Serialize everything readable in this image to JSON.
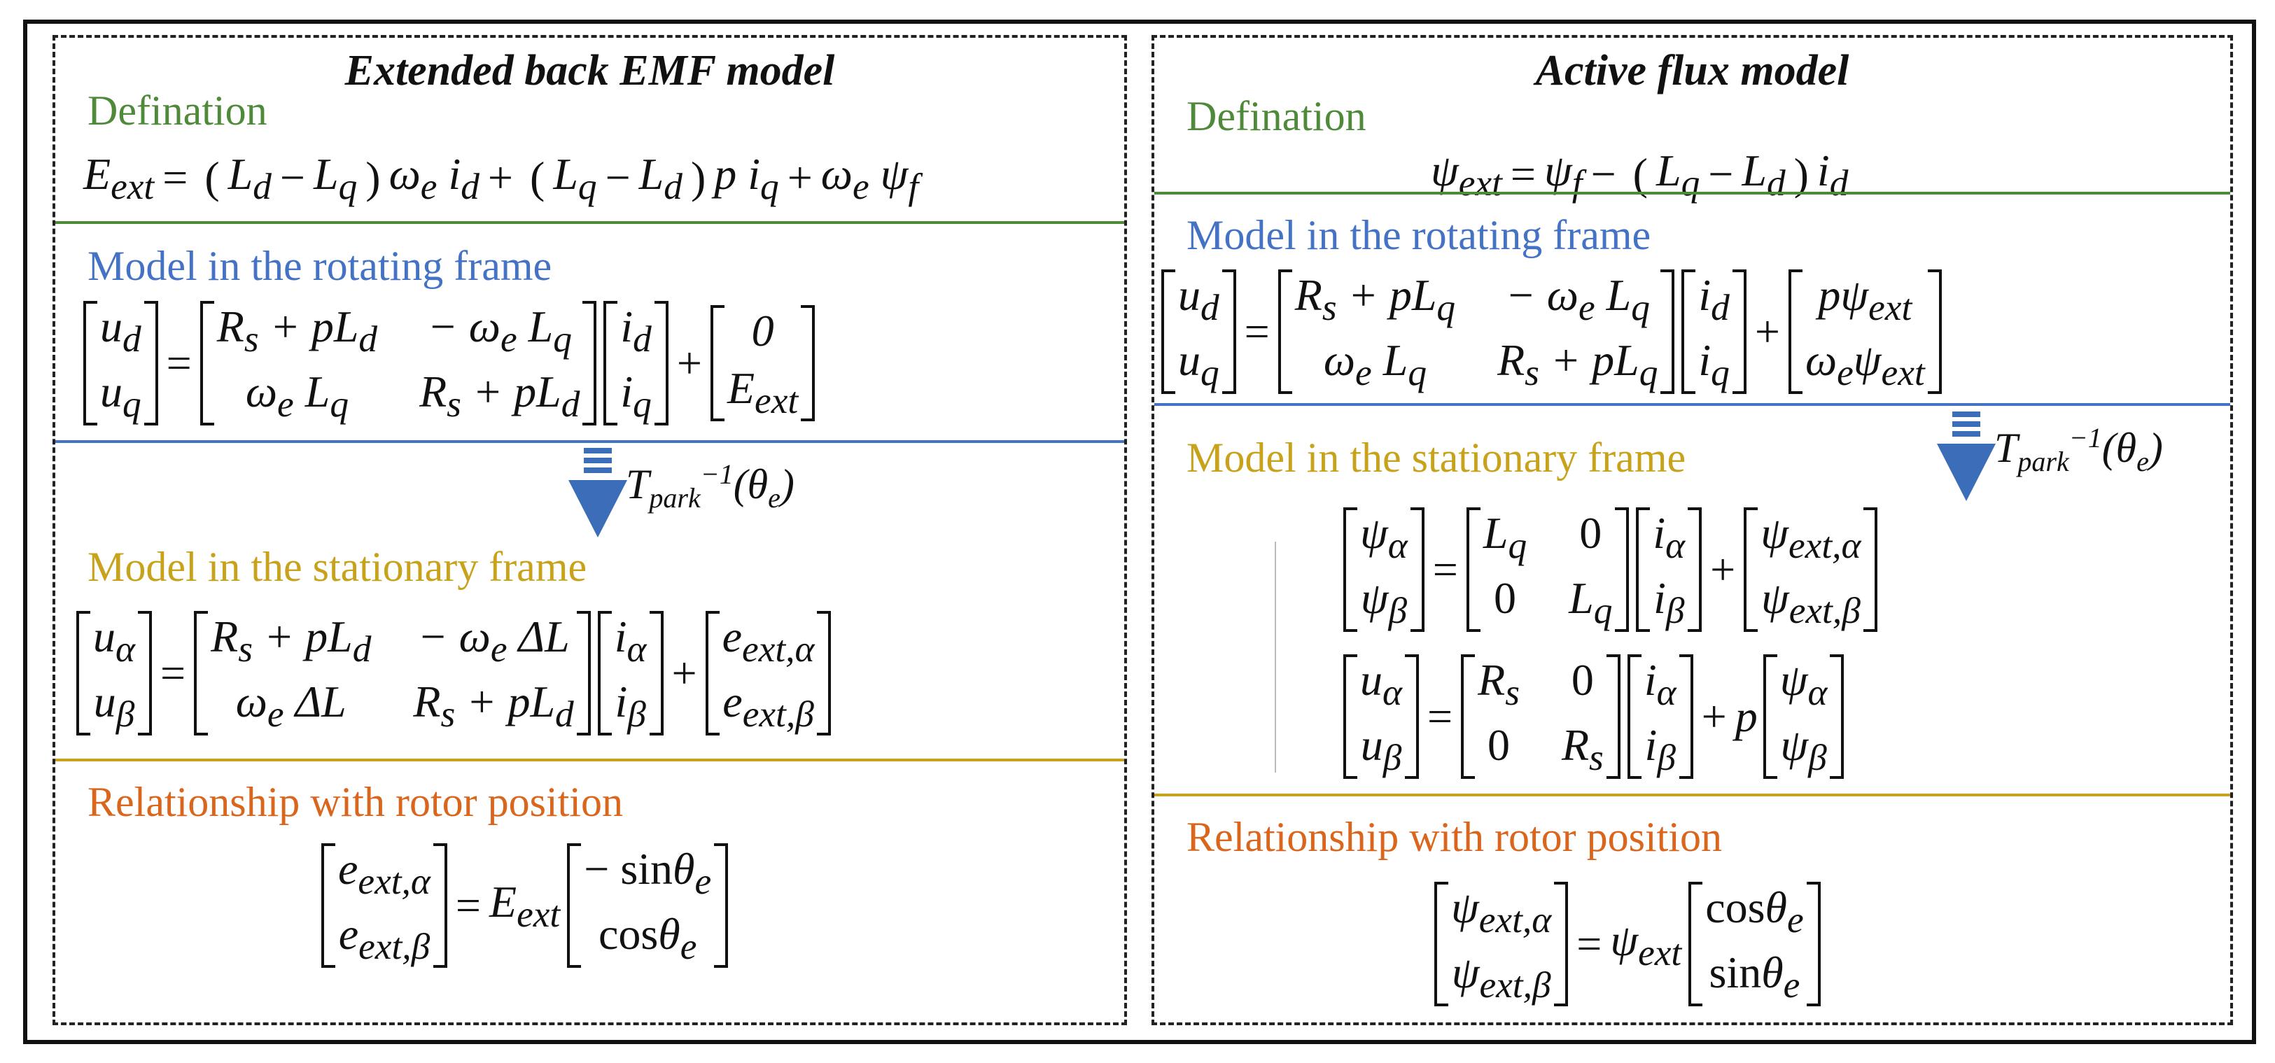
{
  "colors": {
    "definition": "#4e8a3a",
    "rotating": "#4472c4",
    "stationary": "#c8a21a",
    "relationship": "#d9661c",
    "arrow": "#3b6db8"
  },
  "left": {
    "title": "Extended back EMF model",
    "definition_heading": "Defination",
    "definition_eq": "E_ext = (L_d − L_q) ω_e i_d + (L_q − L_d) p i_q + ω_e ψ_f",
    "rotating_heading": "Model in the rotating frame",
    "rotating_eq": "[u_d; u_q] = [R_s + pL_d, −ω_e L_q; ω_e L_q, R_s + pL_d] [i_d; i_q] + [0; E_ext]",
    "transform_label": "T_park^−1(θ_e)",
    "stationary_heading": "Model in the stationary frame",
    "stationary_eq": "[u_α; u_β] = [R_s + pL_d, −ω_e ΔL; ω_e ΔL, R_s + pL_d] [i_α; i_β] + [e_ext,α; e_ext,β]",
    "relationship_heading": "Relationship with rotor position",
    "relationship_eq": "[e_ext,α; e_ext,β] = E_ext [−sinθ_e; cosθ_e]"
  },
  "right": {
    "title": "Active flux model",
    "definition_heading": "Defination",
    "definition_eq": "ψ_ext = ψ_f − (L_q − L_d) i_d",
    "rotating_heading": "Model in the rotating frame",
    "rotating_eq": "[u_d; u_q] = [R_s + pL_q, −ω_e L_q; ω_e L_q, R_s + pL_q] [i_d; i_q] + [pψ_ext; ω_e ψ_ext]",
    "transform_label": "T_park^−1(θ_e)",
    "stationary_heading": "Model in the stationary frame",
    "stationary_eq1": "[ψ_α; ψ_β] = [L_q, 0; 0, L_q] [i_α; i_β] + [ψ_ext,α; ψ_ext,β]",
    "stationary_eq2": "[u_α; u_β] = [R_s, 0; 0, R_s] [i_α; i_β] + p [ψ_α; ψ_β]",
    "relationship_heading": "Relationship with rotor position",
    "relationship_eq": "[ψ_ext,α; ψ_ext,β] = ψ_ext [cosθ_e; sinθ_e]"
  }
}
